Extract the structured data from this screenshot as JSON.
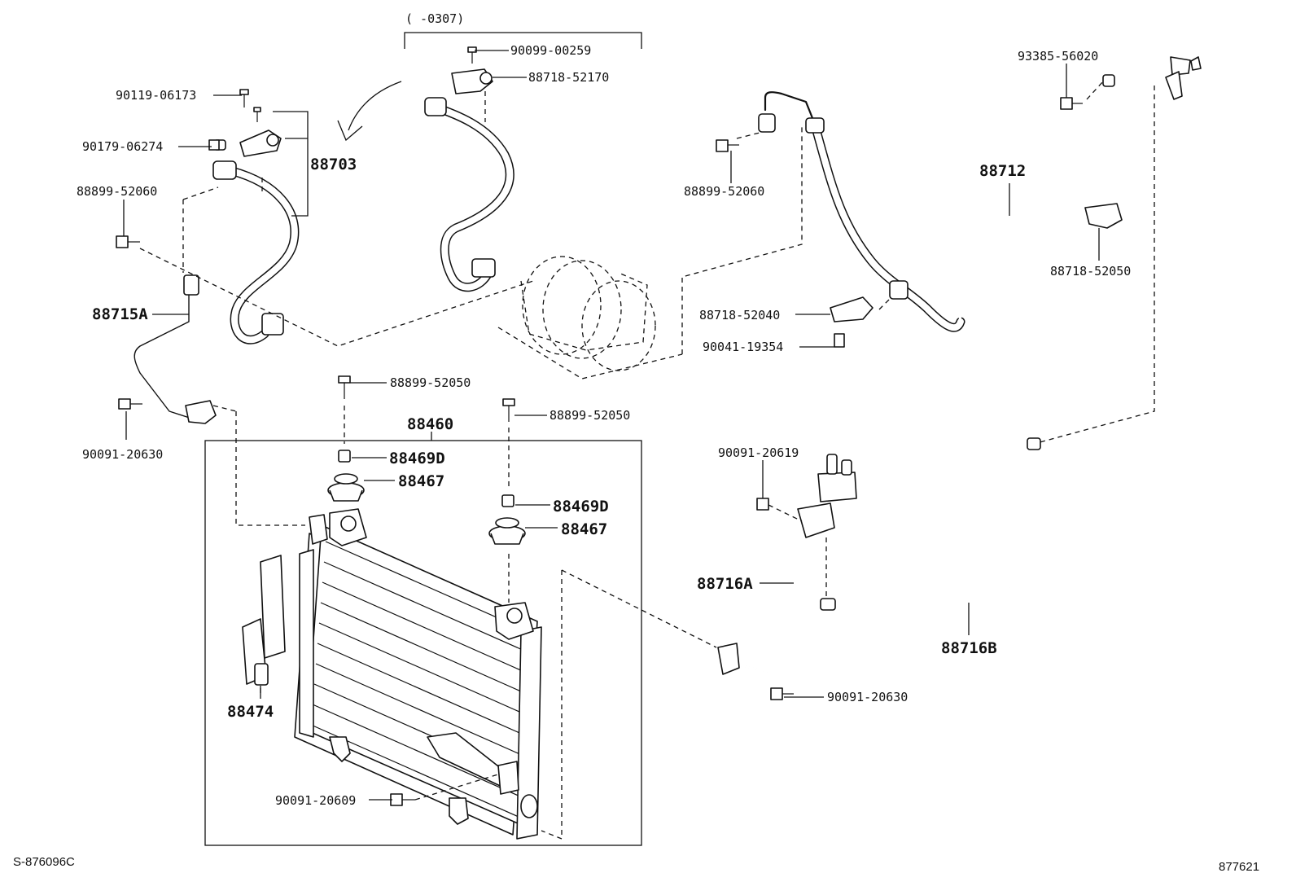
{
  "header_note": "(   -0307)",
  "footer": {
    "left_code": "S-876096C",
    "right_code": "877621"
  },
  "labels": {
    "p90099_00259": "90099-00259",
    "p88718_52170": "88718-52170",
    "p90119_06173": "90119-06173",
    "p90179_06274": "90179-06274",
    "p88703": "88703",
    "p88899_52060_left": "88899-52060",
    "p88715A": "88715A",
    "p90091_20630_left": "90091-20630",
    "p88899_52050_a": "88899-52050",
    "p88899_52050_b": "88899-52050",
    "p88460": "88460",
    "p88469D_a": "88469D",
    "p88467_a": "88467",
    "p88469D_b": "88469D",
    "p88467_b": "88467",
    "p88474": "88474",
    "p90091_20609": "90091-20609",
    "p93385_56020": "93385-56020",
    "p88712": "88712",
    "p88899_52060_right": "88899-52060",
    "p88718_52050": "88718-52050",
    "p88718_52040": "88718-52040",
    "p90041_19354": "90041-19354",
    "p90091_20619": "90091-20619",
    "p88716A": "88716A",
    "p88716B": "88716B",
    "p90091_20630_right": "90091-20630"
  }
}
